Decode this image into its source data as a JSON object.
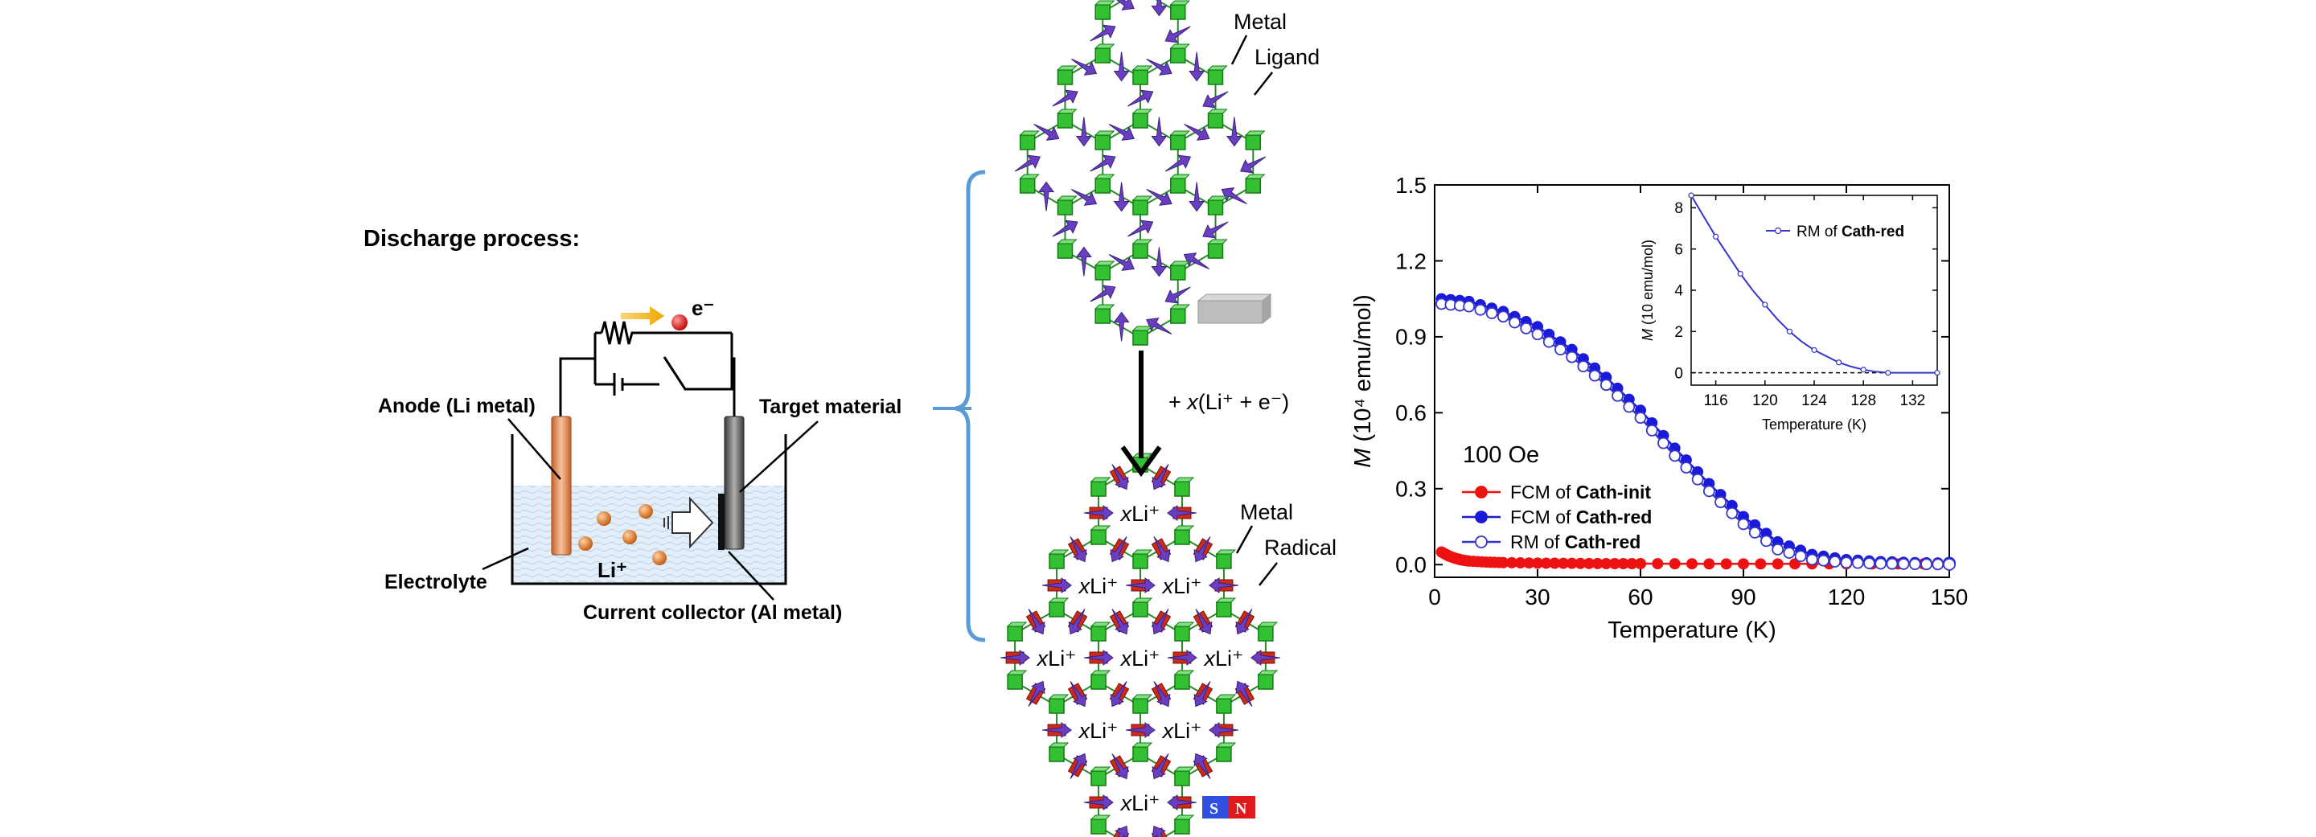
{
  "cell": {
    "title": "Discharge process:",
    "electron": "e⁻",
    "anode": "Anode (Li metal)",
    "target": "Target material",
    "electrolyte": "Electrolyte",
    "li_ion": "Li⁺",
    "collector": "Current collector (Al metal)"
  },
  "framework": {
    "top_metal": "Metal",
    "top_ligand": "Ligand",
    "reaction_prefix": "+ ",
    "reaction_x": "x",
    "reaction_rest": "(Li⁺ + e⁻)",
    "bottom_metal": "Metal",
    "bottom_radical": "Radical",
    "xli_x": "x",
    "xli_rest": "Li⁺",
    "magnet_s": "S",
    "magnet_n": "N"
  },
  "colors": {
    "metal_green": "#33c133",
    "spin_purple": "#6a3fbf",
    "radical_red": "#cc2a1a",
    "bracket_blue": "#5b9bd5",
    "fcm_init": "#ee1111",
    "fcm_red": "#1a1adb",
    "rm_red": "#3535cc"
  },
  "chart_data": [
    {
      "type": "scatter",
      "xlabel": "Temperature (K)",
      "ylabel_prefix": "M",
      "ylabel_rest": " (10⁴ emu/mol)",
      "xlim": [
        0,
        150
      ],
      "ylim": [
        -0.05,
        1.5
      ],
      "xticks": [
        0,
        30,
        60,
        90,
        120,
        150
      ],
      "yticks": [
        0.0,
        0.3,
        0.6,
        0.9,
        1.2,
        1.5
      ],
      "xtick_labels": [
        "0",
        "30",
        "60",
        "90",
        "120",
        "150"
      ],
      "ytick_labels": [
        "0.0",
        "0.3",
        "0.6",
        "0.9",
        "1.2",
        "1.5"
      ],
      "annotation": "100 Oe",
      "legend_position": "left",
      "series": [
        {
          "legend_prefix": "FCM of ",
          "legend_bold": "Cath-init",
          "marker": "filled",
          "x": [
            2,
            4,
            6,
            8,
            10,
            15,
            20,
            30,
            40,
            50,
            60,
            80,
            100,
            120,
            150
          ],
          "y": [
            0.05,
            0.035,
            0.025,
            0.018,
            0.014,
            0.01,
            0.008,
            0.006,
            0.005,
            0.004,
            0.004,
            0.003,
            0.003,
            0.003,
            0.003
          ]
        },
        {
          "legend_prefix": "FCM of ",
          "legend_bold": "Cath-red",
          "marker": "filled",
          "x": [
            2,
            10,
            20,
            30,
            40,
            50,
            60,
            70,
            80,
            90,
            100,
            110,
            120,
            130,
            140,
            150
          ],
          "y": [
            1.05,
            1.04,
            1.0,
            0.94,
            0.85,
            0.74,
            0.61,
            0.46,
            0.32,
            0.19,
            0.09,
            0.04,
            0.02,
            0.012,
            0.008,
            0.006
          ]
        },
        {
          "legend_prefix": "RM of ",
          "legend_bold": "Cath-red",
          "marker": "open",
          "x": [
            2,
            10,
            20,
            30,
            40,
            50,
            60,
            70,
            80,
            90,
            100,
            110,
            120,
            130,
            140,
            150
          ],
          "y": [
            1.03,
            1.02,
            0.98,
            0.91,
            0.82,
            0.71,
            0.58,
            0.43,
            0.29,
            0.16,
            0.06,
            0.02,
            0.008,
            0.004,
            0.002,
            0.001
          ]
        }
      ]
    },
    {
      "type": "line",
      "xlabel": "Temperature (K)",
      "ylabel_prefix": "M",
      "ylabel_rest": " (10 emu/mol)",
      "xlim": [
        114,
        134
      ],
      "ylim": [
        -0.6,
        8.6
      ],
      "xticks": [
        116,
        120,
        124,
        128,
        132
      ],
      "yticks": [
        0,
        2,
        4,
        6,
        8
      ],
      "xtick_labels": [
        "116",
        "120",
        "124",
        "128",
        "132"
      ],
      "ytick_labels": [
        "0",
        "2",
        "4",
        "6",
        "8"
      ],
      "legend_position": "top-right",
      "series": [
        {
          "legend_prefix": "RM of ",
          "legend_bold": "Cath-red",
          "x": [
            114,
            115,
            116,
            117,
            118,
            119,
            120,
            121,
            122,
            123,
            124,
            125,
            126,
            127,
            128,
            129,
            130,
            132,
            134
          ],
          "y": [
            8.6,
            7.6,
            6.6,
            5.7,
            4.8,
            4.0,
            3.3,
            2.6,
            2.0,
            1.5,
            1.1,
            0.8,
            0.5,
            0.3,
            0.15,
            0.05,
            0.0,
            0.0,
            0.0
          ]
        }
      ]
    }
  ]
}
